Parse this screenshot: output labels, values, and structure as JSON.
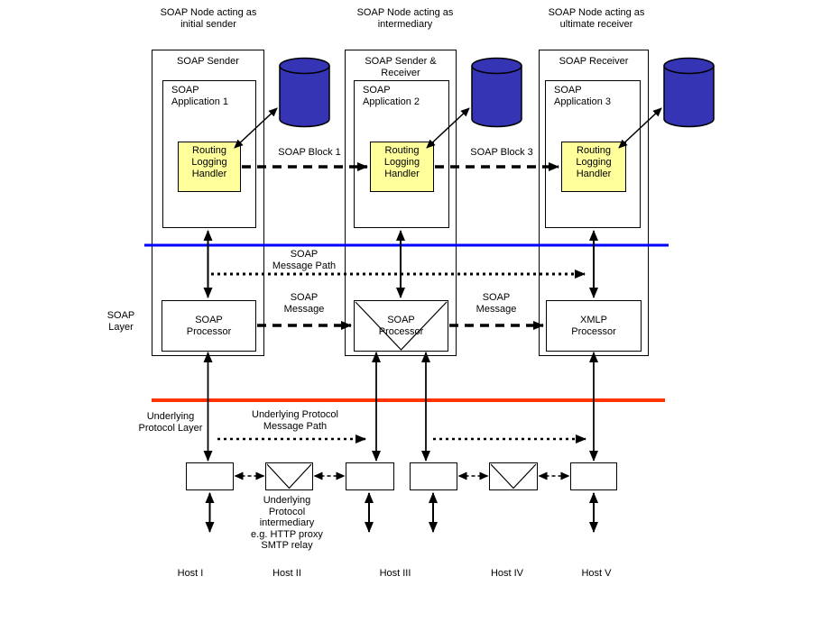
{
  "diagram": {
    "nodes": [
      {
        "caption": "SOAP Node acting as\ninitial sender",
        "role": "SOAP Sender",
        "application": "SOAP\nApplication 1",
        "handler": "Routing\nLogging\nHandler",
        "processor": "SOAP\nProcessor"
      },
      {
        "caption": "SOAP Node acting as\nintermediary",
        "role": "SOAP Sender &\nReceiver",
        "application": "SOAP\nApplication 2",
        "handler": "Routing\nLogging\nHandler",
        "processor": "SOAP\nProcessor"
      },
      {
        "caption": "SOAP Node acting as\nultimate receiver",
        "role": "SOAP Receiver",
        "application": "SOAP\nApplication 3",
        "handler": "Routing\nLogging\nHandler",
        "processor": "XMLP\nProcessor"
      }
    ],
    "labels": {
      "soap_block_1": "SOAP Block 1",
      "soap_block_3": "SOAP Block 3",
      "soap_message_path": "SOAP\nMessage Path",
      "soap_message": "SOAP\nMessage",
      "soap_layer": "SOAP\nLayer",
      "underlying_protocol_layer": "Underlying\nProtocol Layer",
      "underlying_protocol_message_path": "Underlying Protocol\nMessage Path",
      "underlying_intermediary": "Underlying\nProtocol\nintermediary\ne.g. HTTP proxy\nSMTP relay"
    },
    "hosts": [
      "Host I",
      "Host II",
      "Host III",
      "Host IV",
      "Host V"
    ],
    "colors": {
      "cylinder_blue": "#3434b4",
      "handler_yellow": "#ffff9c",
      "soap_layer_line": "#0000ff",
      "underlying_layer_line": "#ff3300",
      "line_black": "#000000"
    }
  }
}
